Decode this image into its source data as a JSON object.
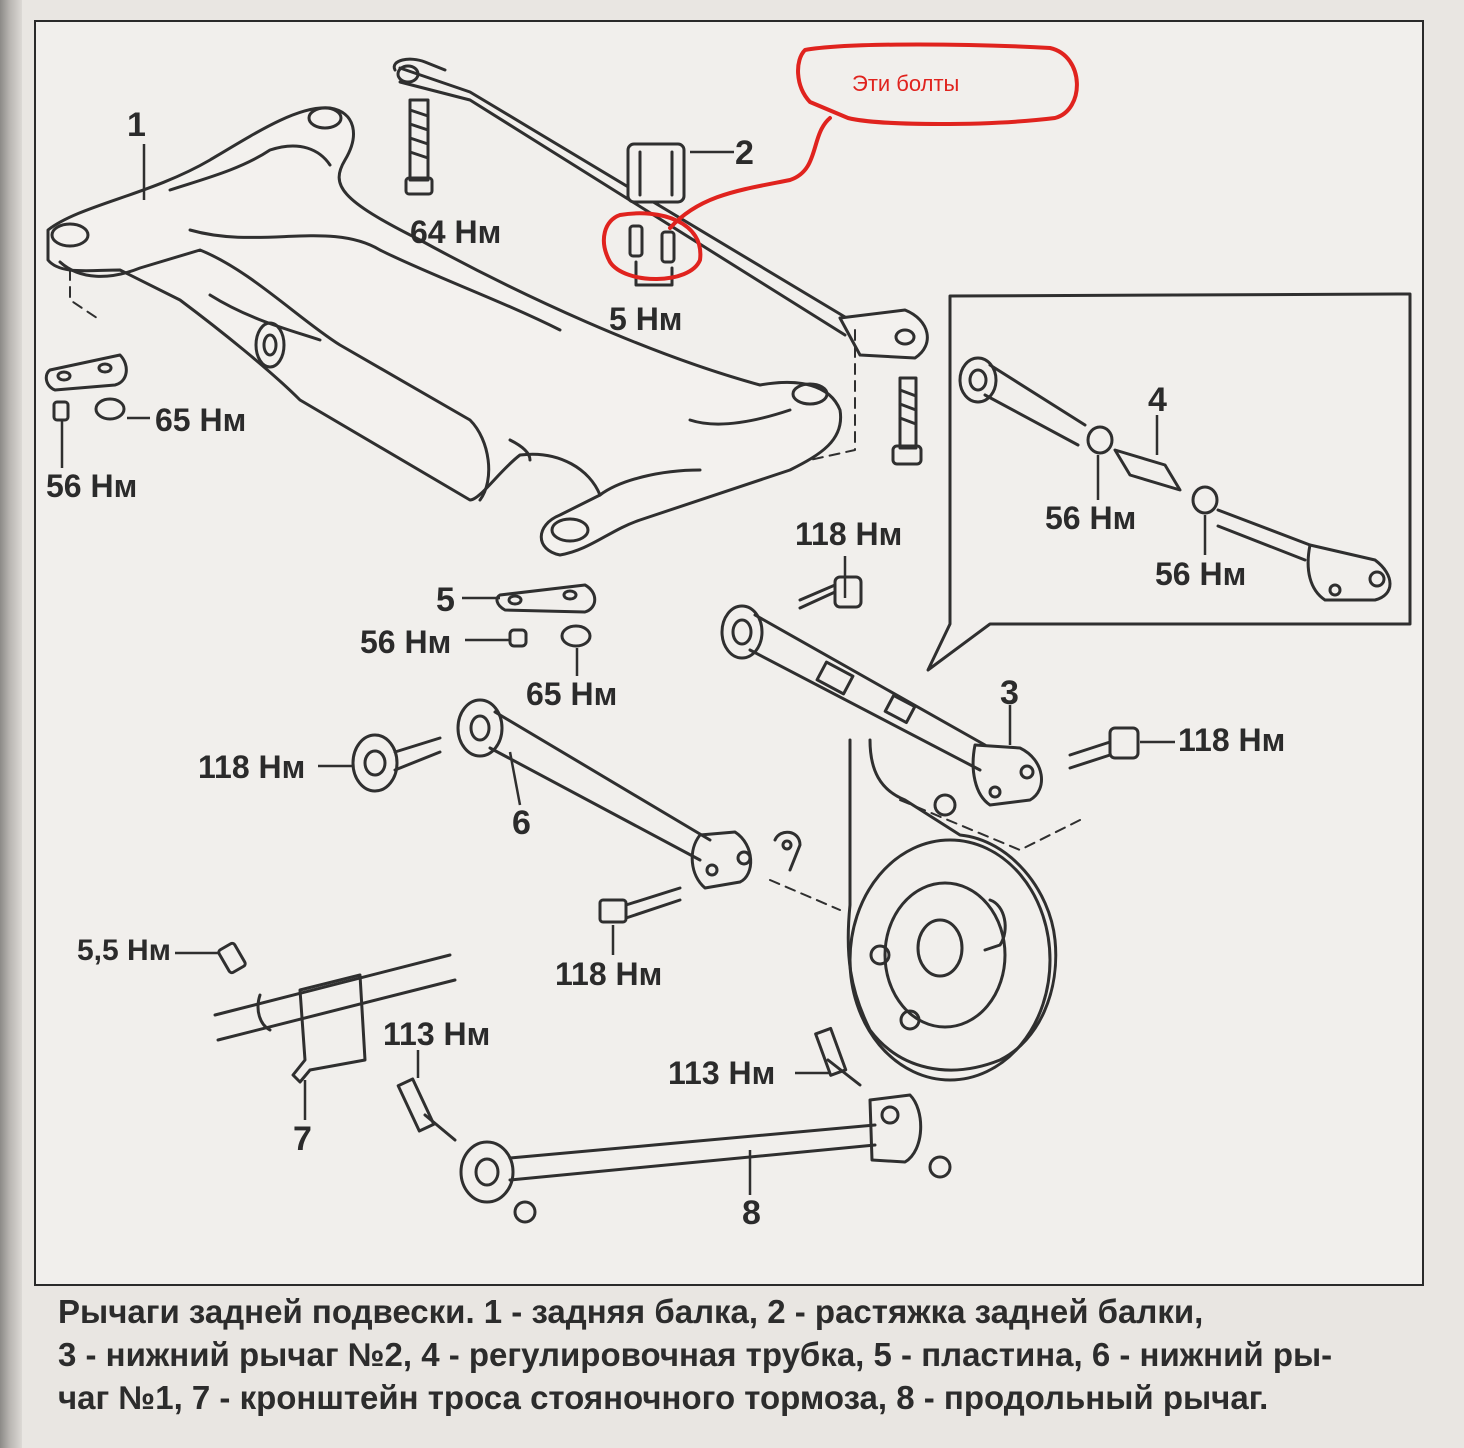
{
  "annotation": {
    "text": "Эти болты",
    "color": "#e0231e"
  },
  "part_numbers": [
    "1",
    "2",
    "3",
    "4",
    "5",
    "6",
    "7",
    "8"
  ],
  "torques": {
    "t64": "64 Нм",
    "t5": "5 Нм",
    "t65a": "65 Нм",
    "t56a": "56 Нм",
    "t56b": "56 Нм",
    "t56c": "56 Нм",
    "t56d": "56 Нм",
    "t65b": "65 Нм",
    "t118a": "118 Нм",
    "t118b": "118 Нм",
    "t118c": "118 Нм",
    "t118d": "118 Нм",
    "t55": "5,5 Нм",
    "t113a": "113 Нм",
    "t113b": "113 Нм"
  },
  "caption": {
    "line1": "Рычаги задней подвески. 1 - задняя балка, 2 - растяжка задней балки,",
    "line2": "3 - нижний рычаг №2, 4 - регулировочная трубка, 5 - пластина, 6 - нижний ры-",
    "line3": "чаг №1, 7 - кронштейн троса стояночного тормоза, 8 - продольный рычаг."
  }
}
